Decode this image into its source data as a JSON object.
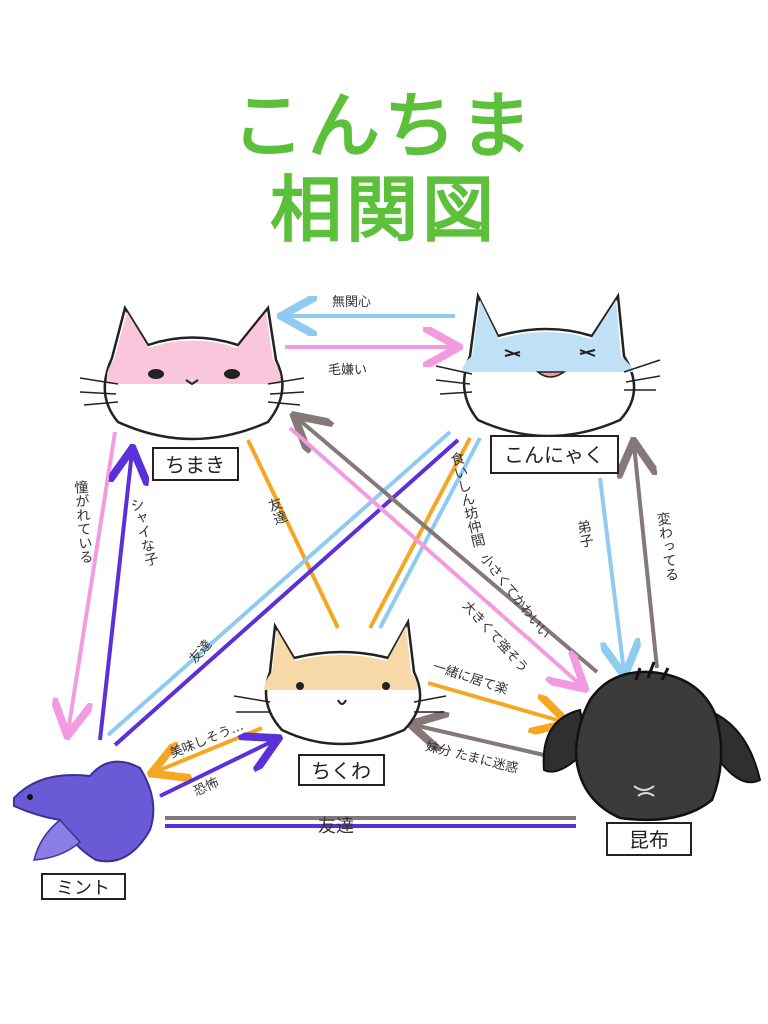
{
  "title": {
    "line1": "こんちま",
    "line2": "相関図"
  },
  "colors": {
    "title": "#5cc03a",
    "blue": "#8fcbf0",
    "pink": "#f29be0",
    "orange": "#f5a623",
    "purple": "#5b2fd9",
    "gray": "#857878"
  },
  "characters": {
    "chimaki": {
      "name": "ちまき",
      "face": "#f9c6db"
    },
    "konnyaku": {
      "name": "こんにゃく",
      "face": "#bfe0f5"
    },
    "chikuwa": {
      "name": "ちくわ",
      "face": "#f7d9a8"
    },
    "mint": {
      "name": "ミント",
      "face": "#6a5ad6"
    },
    "konbu": {
      "name": "昆布",
      "face": "#3b3b3b"
    }
  },
  "relations": {
    "konnyaku_to_chimaki": "無関心",
    "chimaki_to_konnyaku": "毛嫌い",
    "chimaki_to_mint": "憧がれている",
    "mint_to_chimaki": "シャイな子",
    "chimaki_chikuwa": "友達",
    "konnyaku_chikuwa": "食いしん坊仲間",
    "mint_konnyaku": "友達",
    "konbu_to_chimaki": "小さくてかわいい",
    "chimaki_to_konbu": "大きくて強そう",
    "konnyaku_to_konbu": "弟子",
    "konbu_to_konnyaku": "変わってる",
    "chikuwa_to_konbu": "一緒に居て楽",
    "konbu_to_chikuwa": "妹分 たまに迷惑",
    "chikuwa_to_mint": "美味しそう…",
    "mint_to_chikuwa": "恐怖",
    "mint_konbu": "友達"
  }
}
